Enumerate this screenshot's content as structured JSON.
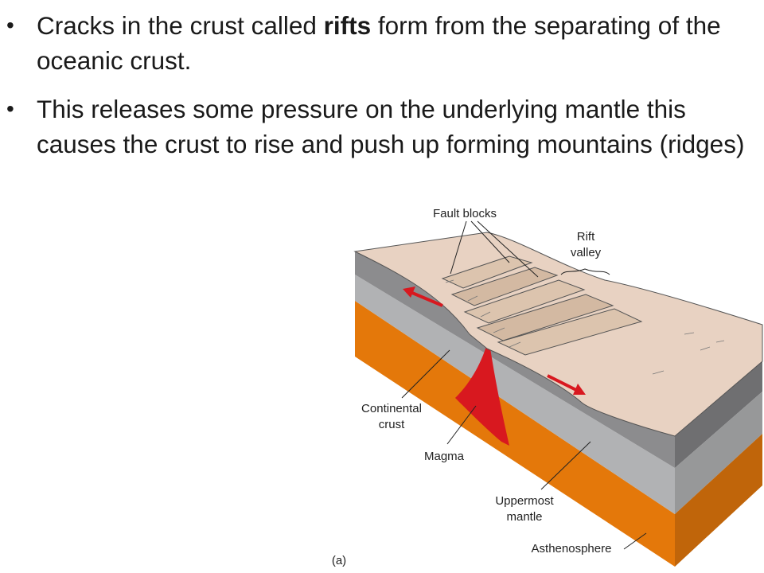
{
  "bullets": [
    {
      "before": "Cracks in the crust called ",
      "bold": "rifts",
      "after": " form from the separating of the oceanic crust."
    },
    {
      "text": "This releases some pressure on the underlying mantle this causes the crust to rise and push up forming mountains (ridges)"
    }
  ],
  "diagram": {
    "labels": {
      "fault_blocks": "Fault blocks",
      "rift_line1": "Rift",
      "rift_line2": "valley",
      "continental_line1": "Continental",
      "continental_line2": "crust",
      "magma": "Magma",
      "uppermost_line1": "Uppermost",
      "uppermost_line2": "mantle",
      "asthenosphere": "Asthenosphere",
      "panel": "(a)"
    },
    "colors": {
      "crust_top": "#e8d2c2",
      "fault_block": "#dcc4ae",
      "crust_layer": "#8c8c8e",
      "uppermost_mantle": "#b1b2b4",
      "asthenosphere": "#e4780a",
      "magma": "#d8181f"
    }
  }
}
